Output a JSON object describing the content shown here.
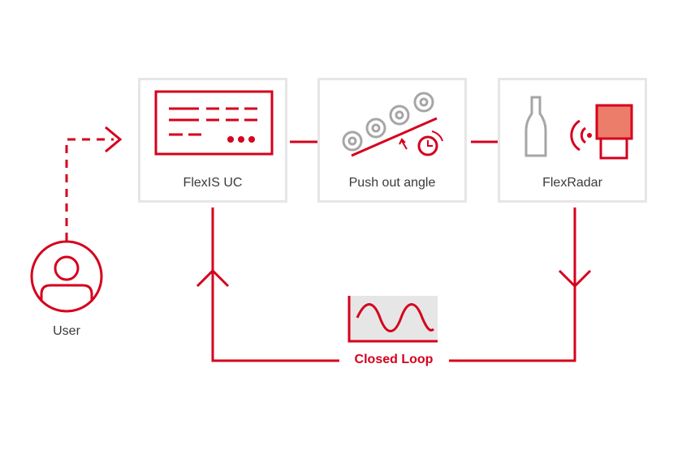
{
  "colors": {
    "accent": "#d6001c",
    "grey": "#a6a6a6",
    "light_grey": "#e6e6e6",
    "orange": "#ec7d6a"
  },
  "nodes": {
    "flexis": {
      "label": "FlexIS UC",
      "icon": "control-panel-icon"
    },
    "push": {
      "label": "Push out angle",
      "icon": "roller-conveyor-timer-icon"
    },
    "radar": {
      "label": "FlexRadar",
      "icon": "bottle-radar-icon"
    }
  },
  "user": {
    "label": "User",
    "icon": "user-icon"
  },
  "loop": {
    "label": "Closed Loop",
    "icon": "waveform-icon"
  }
}
